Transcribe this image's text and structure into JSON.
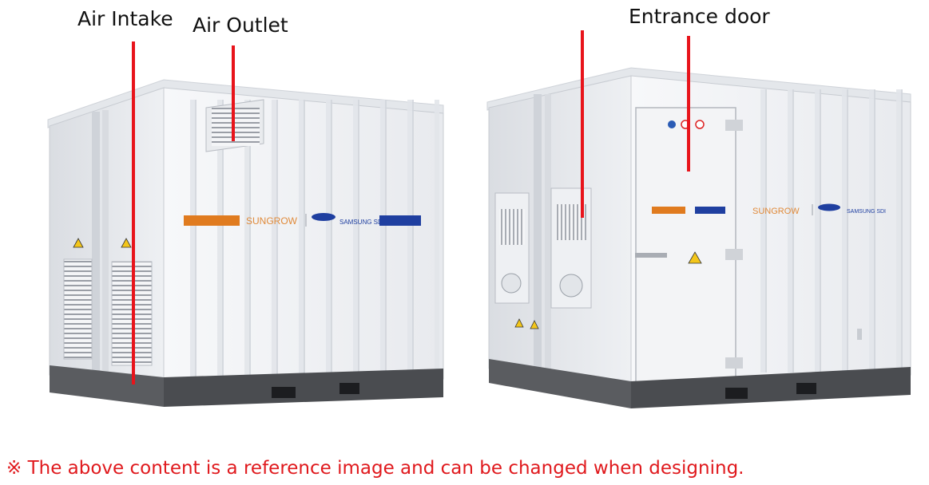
{
  "labels": {
    "air_intake": "Air Intake",
    "air_outlet": "Air Outlet",
    "entrance_door": "Entrance door"
  },
  "branding": {
    "sungrow": "SUNGROW",
    "samsung": "SAMSUNG",
    "samsung_sdi": "SAMSUNG SDI"
  },
  "colors": {
    "pointer": "#e8141b",
    "note": "#e0191d",
    "sungrow_orange": "#e07b1f",
    "samsung_blue": "#1f3fa0",
    "container_body": "#f2f3f5",
    "base_frame": "#5a5c60"
  },
  "note": "※ The above content is a reference image and can be changed when designing."
}
